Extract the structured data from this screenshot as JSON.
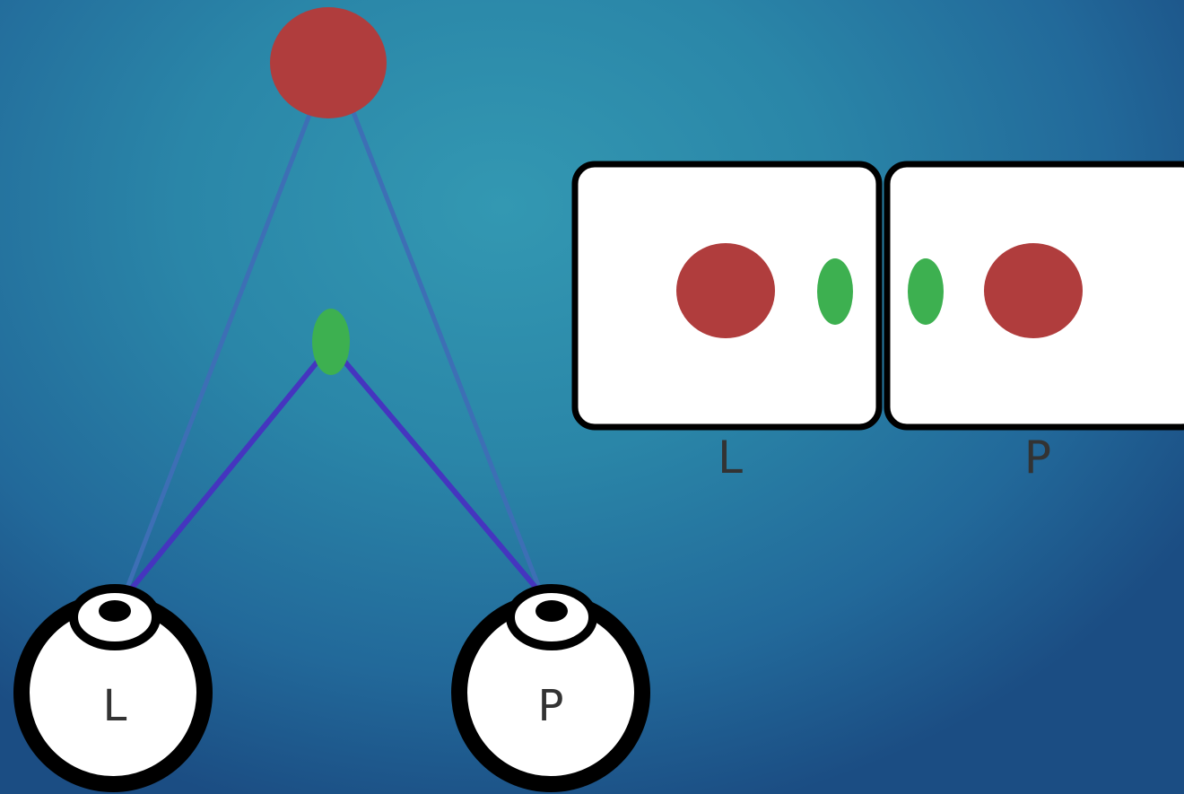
{
  "colors": {
    "background_light": "#3398b2",
    "background_dark": "#1b4d83",
    "far_object": "#b03d3d",
    "near_object": "#3db050",
    "far_lines": "#3d6fb5",
    "near_lines": "#4535bf",
    "eye_fill": "#ffffff",
    "eye_outline": "#000000",
    "label_text": "#333333"
  },
  "diagram": {
    "left_eye_label": "L",
    "right_eye_label": "P"
  },
  "views": {
    "left_label": "L",
    "right_label": "P"
  }
}
